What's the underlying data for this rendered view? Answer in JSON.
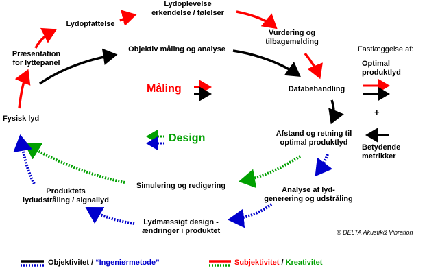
{
  "nodes": {
    "lydoplevelse": "Lydoplevelse\nerkendelse / følelser",
    "lydopfattelse": "Lydopfattelse",
    "praesentation": "Præsentation\nfor lyttepanel",
    "fysisk_lyd": "Fysisk lyd",
    "vurdering": "Vurdering og\ntilbagemelding",
    "objektiv": "Objektiv måling og analyse",
    "databehandling": "Databehandling",
    "afstand": "Afstand og retning til\noptimal produktlyd",
    "analyse": "Analyse af lyd-\ngenerering og udstråling",
    "simulering": "Simulering og redigering",
    "lydmaessigt": "Lydmæssigt design -\nændringer i produktet",
    "produktets": "Produktets\nlydudstråling / signallyd"
  },
  "center": {
    "maaling": "Måling",
    "design": "Design"
  },
  "right": {
    "fastlaeggelse": "Fastlæggelse af:",
    "optimal": "Optimal\nproduktlyd",
    "plus": "+",
    "betydende": "Betydende\nmetrikker"
  },
  "credit": "© DELTA Akustik& Vibration",
  "legend": {
    "objektivitet": "Objektivitet / ",
    "ingenioermetode": "“Ingeniørmetode”",
    "subjektivitet": "Subjektivitet",
    "slash": " / ",
    "kreativitet": "Kreativitet"
  },
  "colors": {
    "red": "#ff0000",
    "black": "#000000",
    "blue": "#0000cc",
    "green": "#00a000"
  }
}
